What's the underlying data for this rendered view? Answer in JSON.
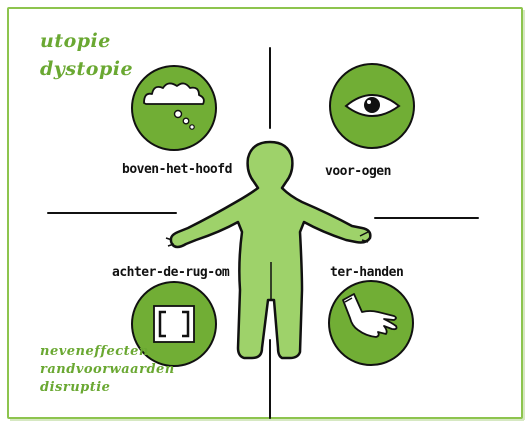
{
  "titles": {
    "line1": "utopie",
    "line2": "dystopie"
  },
  "quadrants": {
    "top_left": {
      "label": "boven-het-hoofd",
      "icon": "thought-cloud-icon"
    },
    "top_right": {
      "label": "voor-ogen",
      "icon": "eye-icon"
    },
    "bottom_left": {
      "label": "achter-de-rug-om",
      "icon": "brackets-icon"
    },
    "bottom_right": {
      "label": "ter-handen",
      "icon": "hand-icon"
    }
  },
  "bottom_notes": {
    "line1": "neveneffecten",
    "line2": "randvoorwaarden",
    "line3": "disruptie"
  },
  "colors": {
    "accent_green": "#6aa832",
    "circle_green": "#71ae35",
    "figure_green": "#9ed26a",
    "ink": "#111111"
  }
}
